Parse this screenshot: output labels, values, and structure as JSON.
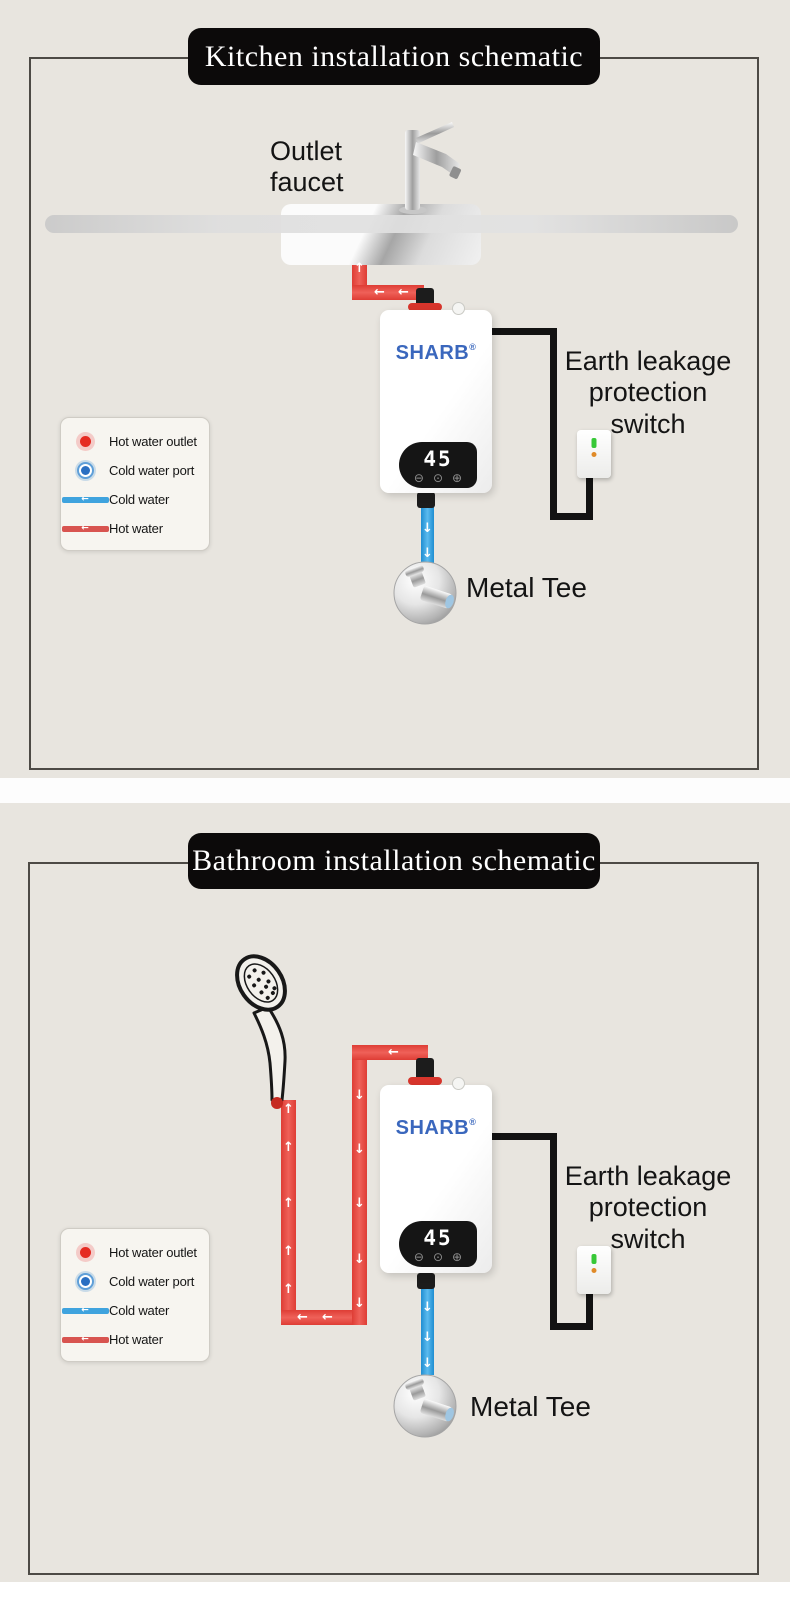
{
  "kitchen": {
    "title": "Kitchen installation schematic",
    "faucet_label_line1": "Outlet",
    "faucet_label_line2": "faucet",
    "switch_label_line1": "Earth leakage",
    "switch_label_line2": "protection",
    "switch_label_line3": "switch",
    "metal_tee_label": "Metal Tee",
    "heater": {
      "brand": "SHARB",
      "trademark": "®",
      "temperature": "45"
    }
  },
  "bathroom": {
    "title": "Bathroom installation schematic",
    "switch_label_line1": "Earth leakage",
    "switch_label_line2": "protection",
    "switch_label_line3": "switch",
    "metal_tee_label": "Metal Tee",
    "heater": {
      "brand": "SHARB",
      "trademark": "®",
      "temperature": "45"
    }
  },
  "legend": {
    "items": [
      {
        "label": "Hot water outlet"
      },
      {
        "label": "Cold water port"
      },
      {
        "label": "Cold water"
      },
      {
        "label": "Hot water"
      }
    ]
  },
  "icons": {
    "arrow_up": "↑",
    "arrow_down": "↓",
    "arrow_left": "←",
    "minus_button": "⊖",
    "power_button": "⊙",
    "plus_button": "⊕"
  },
  "colors": {
    "section_background": "#e8e5df",
    "banner_black": "#0c0a0a",
    "hot_red": "#e8473f",
    "cold_blue": "#2d9ee0",
    "wire_black": "#121212",
    "brand_blue": "#3a67bd"
  }
}
